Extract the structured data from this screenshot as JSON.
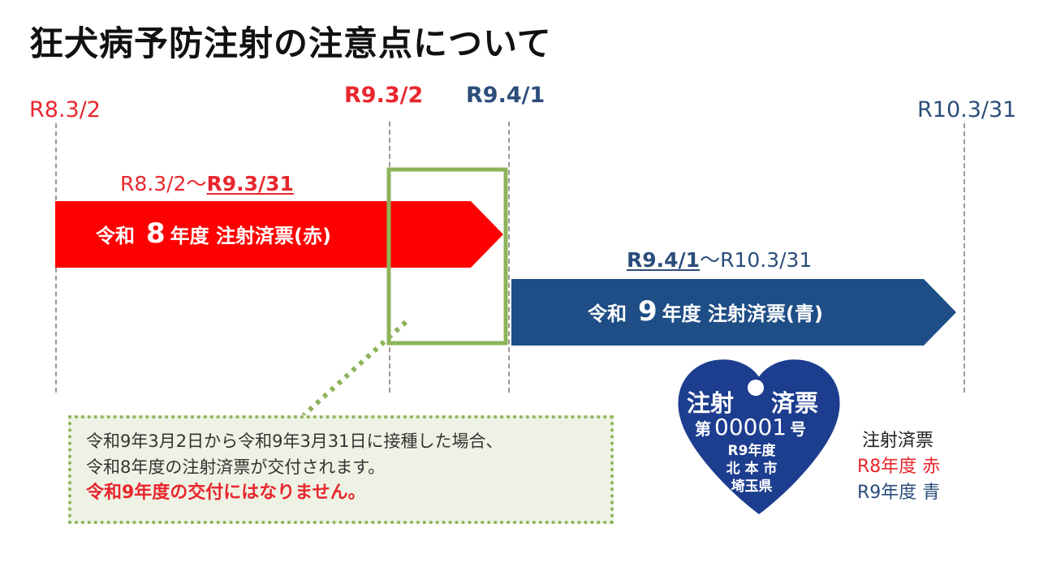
{
  "title": "狂犬病予防注射の注意点について",
  "dates": {
    "d1": "R8.3/2",
    "d2": "R9.3/2",
    "d3": "R9.4/1",
    "d4": "R10.3/31"
  },
  "bar8": {
    "range_start": "R8.3/2～",
    "range_end": "R9.3/31",
    "prefix": "令和",
    "year": "8",
    "suffix": "年度 注射済票(赤)",
    "color": "#ff0000"
  },
  "bar9": {
    "range_start": "R9.4/1",
    "range_end": "～R10.3/31",
    "prefix": "令和",
    "year": "9",
    "suffix": "年度 注射済票(青)",
    "color": "#1f4e86"
  },
  "note": {
    "line1": "令和9年3月2日から令和9年3月31日に接種した場合、",
    "line2": "令和8年度の注射済票が交付されます。",
    "line3": "令和9年度の交付にはなりません。"
  },
  "tag": {
    "line1a": "注射",
    "line1b": "済票",
    "number_prefix": "第",
    "number": "00001",
    "number_suffix": "号",
    "year": "R9年度",
    "city": "北 本 市",
    "prefecture": "埼玉県",
    "color": "#1d3d8f"
  },
  "legend": {
    "title": "注射済票",
    "r8": "R8年度 赤",
    "r9": "R9年度 青"
  }
}
